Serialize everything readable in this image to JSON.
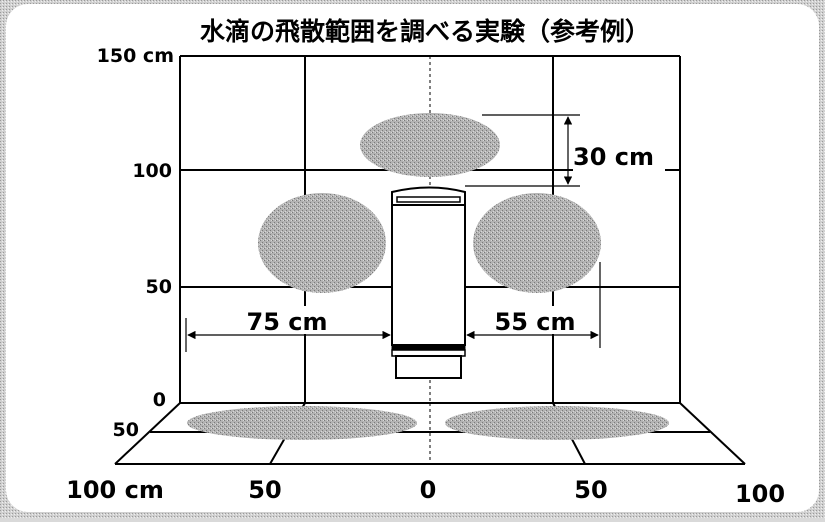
{
  "title": "水滴の飛散範囲を調べる実験（参考例）",
  "y_axis": {
    "ticks": [
      {
        "value": 150,
        "label": "150 cm"
      },
      {
        "value": 100,
        "label": "100"
      },
      {
        "value": 50,
        "label": "50"
      },
      {
        "value": 0,
        "label": "0"
      }
    ]
  },
  "depth_axis": {
    "label": "50"
  },
  "x_axis": {
    "ticks": [
      {
        "value": -100,
        "label": "100 cm"
      },
      {
        "value": -50,
        "label": "50"
      },
      {
        "value": 0,
        "label": "0"
      },
      {
        "value": 50,
        "label": "50"
      },
      {
        "value": 100,
        "label": "100"
      }
    ]
  },
  "dimensions": {
    "top_gap": "30 cm",
    "left_reach": "75 cm",
    "right_reach": "55 cm"
  },
  "colors": {
    "background": "#d9d9d9",
    "panel": "#ffffff",
    "spray": "#a6a6a6",
    "grid": "#000000"
  }
}
